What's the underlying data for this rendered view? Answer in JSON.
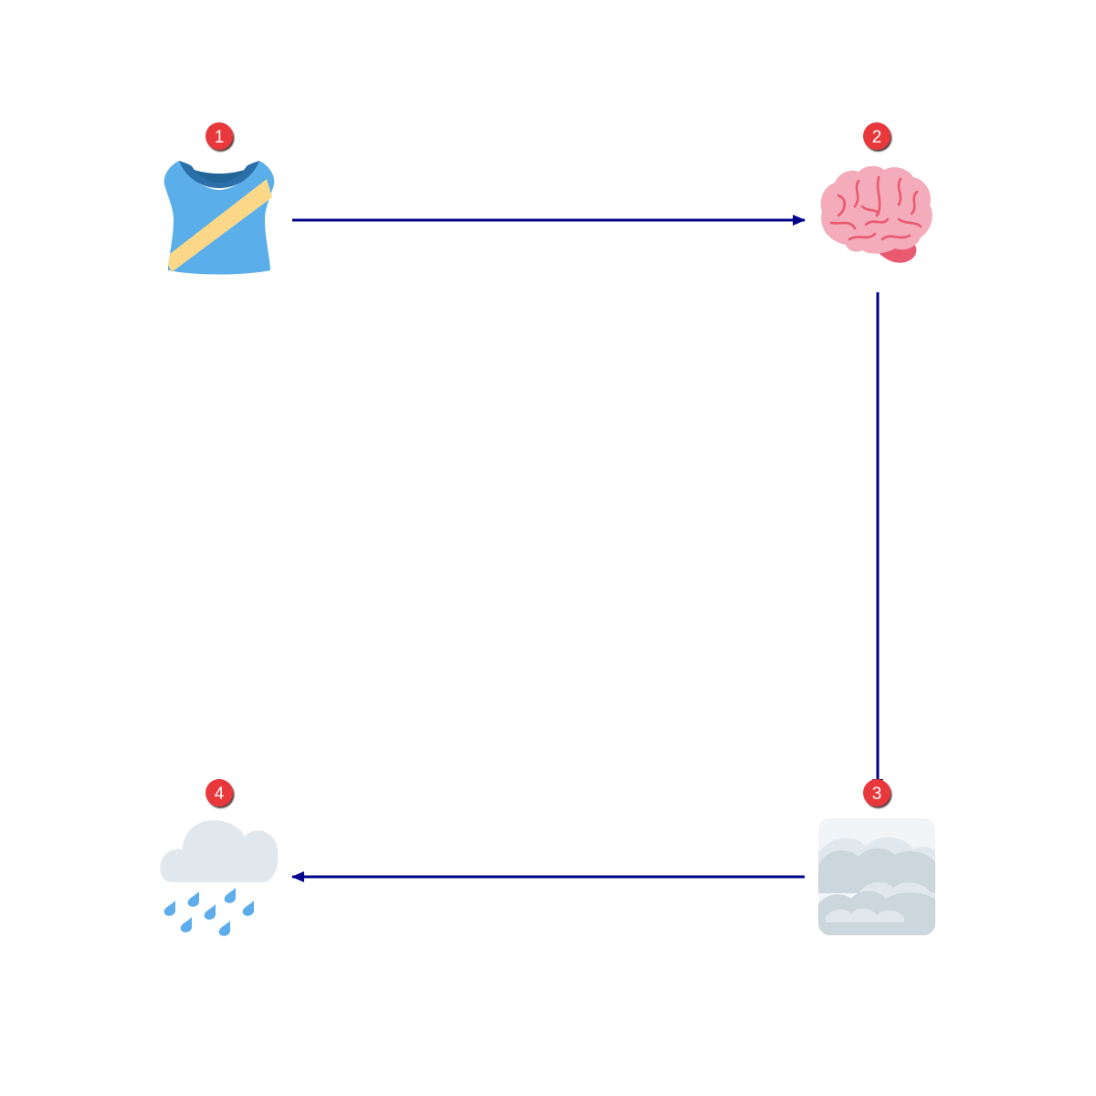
{
  "colors": {
    "arrow": "#00008b",
    "badge": "#e8383b",
    "badge_shadow": "#3a1a1a",
    "badge_text": "#ffffff"
  },
  "nodes": [
    {
      "id": "node-1",
      "number": "1",
      "icon": "running-shirt-icon"
    },
    {
      "id": "node-2",
      "number": "2",
      "icon": "brain-icon"
    },
    {
      "id": "node-3",
      "number": "3",
      "icon": "fog-icon"
    },
    {
      "id": "node-4",
      "number": "4",
      "icon": "rain-cloud-icon"
    }
  ],
  "edges": [
    {
      "from": "1",
      "to": "2"
    },
    {
      "from": "2",
      "to": "3"
    },
    {
      "from": "3",
      "to": "4"
    }
  ]
}
